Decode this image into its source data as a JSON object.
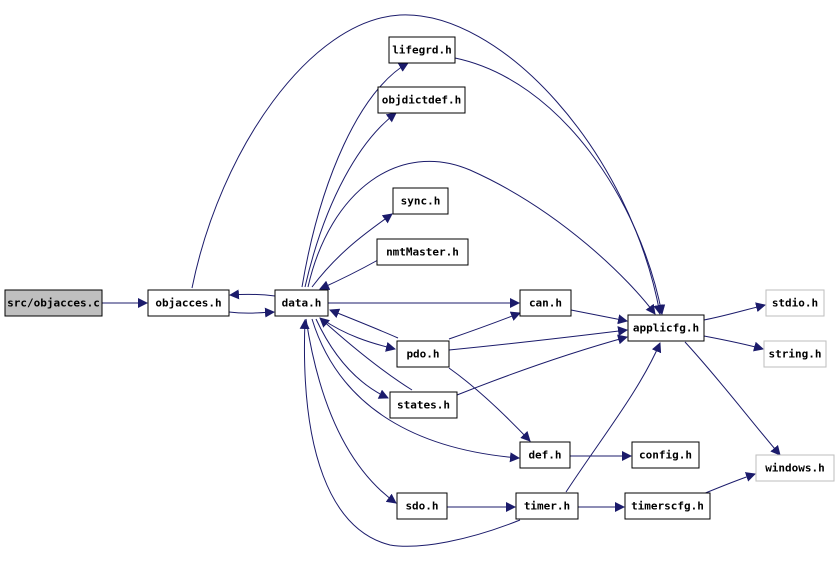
{
  "diagram": {
    "nodes": {
      "objacces_c": "src/objacces.c",
      "objacces_h": "objacces.h",
      "data_h": "data.h",
      "lifegrd_h": "lifegrd.h",
      "objdictdef_h": "objdictdef.h",
      "sync_h": "sync.h",
      "nmtMaster_h": "nmtMaster.h",
      "can_h": "can.h",
      "pdo_h": "pdo.h",
      "states_h": "states.h",
      "def_h": "def.h",
      "config_h": "config.h",
      "sdo_h": "sdo.h",
      "timer_h": "timer.h",
      "timerscfg_h": "timerscfg.h",
      "applicfg_h": "applicfg.h",
      "stdio_h": "stdio.h",
      "string_h": "string.h",
      "windows_h": "windows.h"
    },
    "colors": {
      "edge": "#1b1b6b",
      "root_fill": "#bfbfbf",
      "external_border": "#bdbdbd"
    }
  }
}
